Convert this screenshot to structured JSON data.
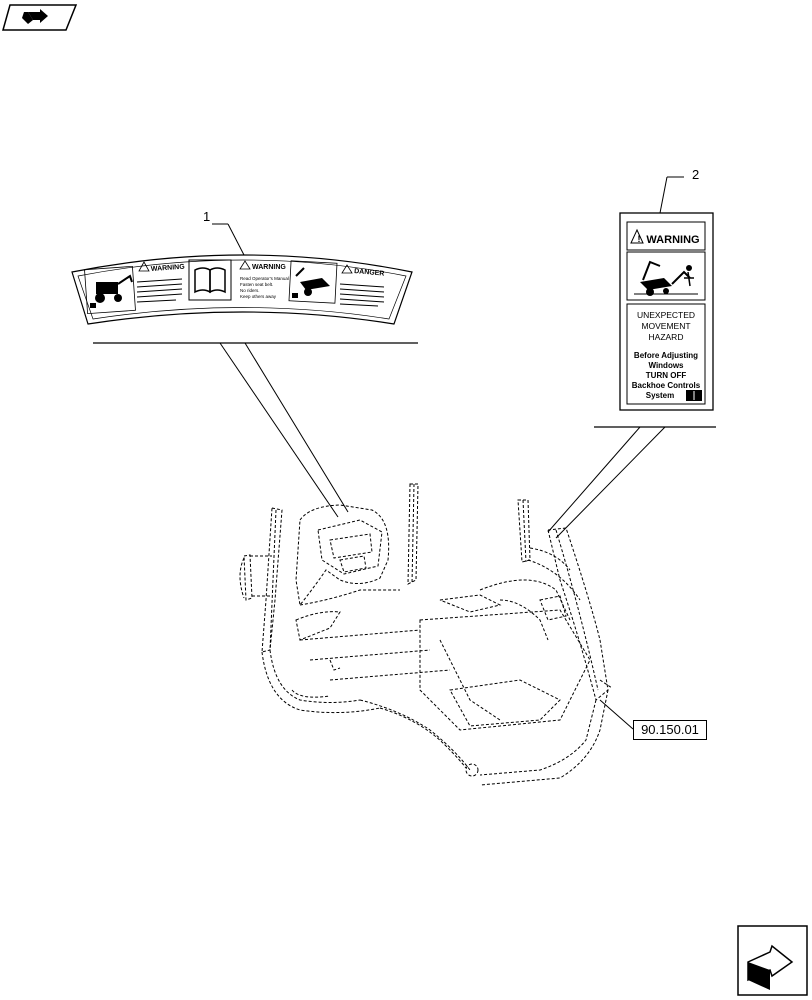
{
  "callouts": {
    "item1": "1",
    "item2": "2"
  },
  "reference": "90.150.01",
  "decal1": {
    "panel_a_title": "WARNING",
    "panel_b_title": "WARNING",
    "panel_b_lines": [
      "Read Operator's Manual",
      "Fasten seat belt.",
      "No riders.",
      "Keep others away"
    ],
    "panel_c_title": "DANGER"
  },
  "decal2": {
    "title": "WARNING",
    "lines": [
      "UNEXPECTED",
      "MOVEMENT",
      "HAZARD",
      "Before Adjusting",
      "Windows",
      "TURN OFF",
      "Backhoe Controls",
      "System"
    ]
  },
  "icons": {
    "top_left": "forward-page-icon",
    "bottom_right": "next-page-icon"
  }
}
